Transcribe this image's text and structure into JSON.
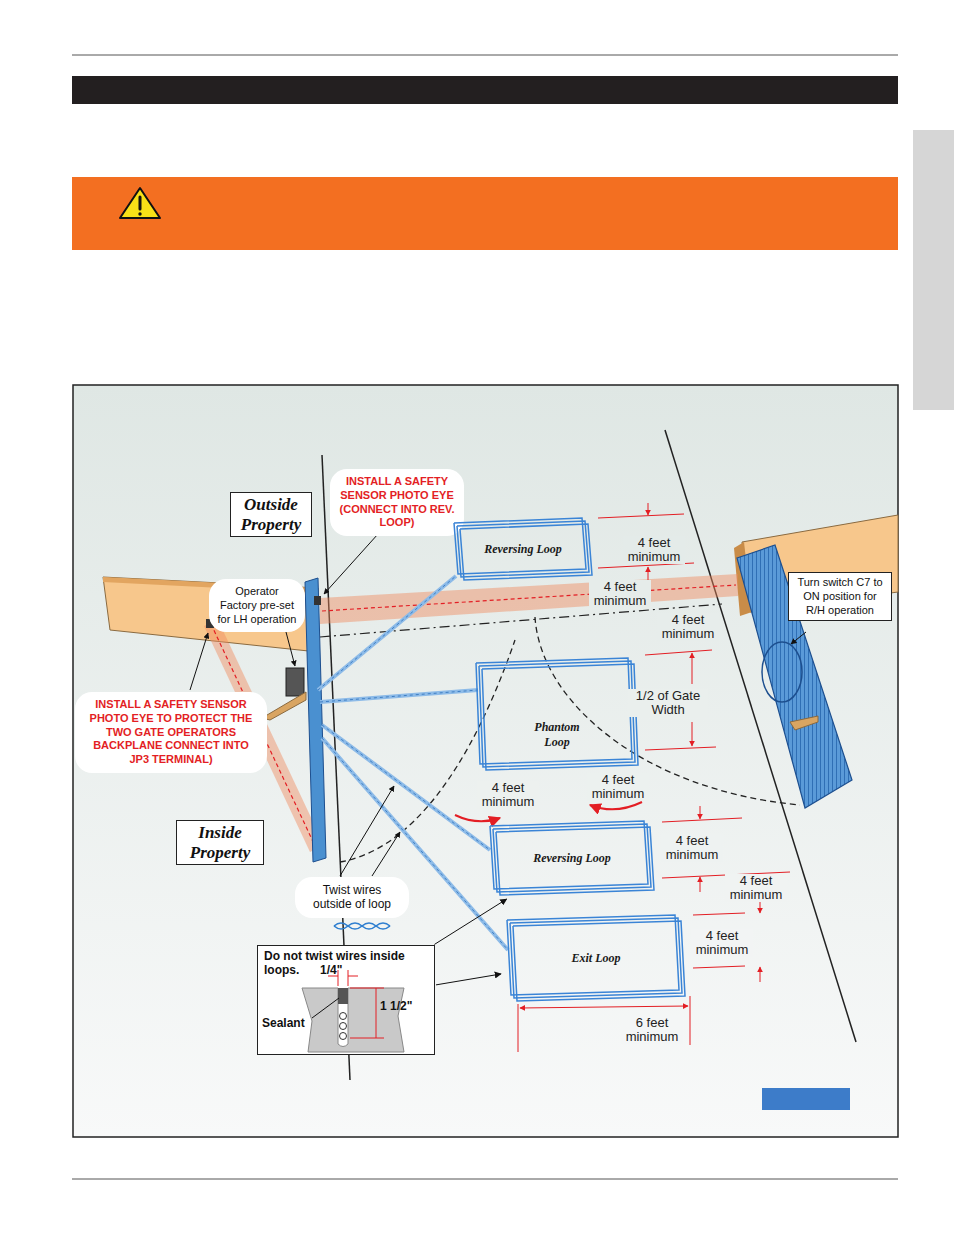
{
  "diagram": {
    "nodes": [
      {
        "text": [
          "INSTALL A SAFETY SENSOR PHOTO EYE (CONNECT INTO REV. LOOP)"
        ]
      },
      {
        "text": [
          "Outside Property"
        ]
      },
      {
        "text": [
          "Reversing Loop"
        ]
      },
      {
        "text": [
          "Turn switch C7 to ON position for R/H operation"
        ]
      },
      {
        "text": [
          "Operator Factory pre-set for LH operation"
        ]
      },
      {
        "text": [
          "Phantom Loop"
        ]
      },
      {
        "text": [
          "INSTALL A SAFETY SENSOR PHOTO EYE TO PROTECT THE TWO GATE OPERATORS BACKPLANE CONNECT INTO JP3 TERMINAL)"
        ]
      },
      {
        "text": [
          "Inside Property"
        ]
      },
      {
        "text": [
          "Reversing Loop"
        ]
      },
      {
        "text": [
          "Twist wires outside of loop"
        ]
      },
      {
        "text": [
          "Exit Loop"
        ]
      },
      {
        "text": [
          "Do not twist wires inside loops.",
          "1/4\"",
          "1 1/2\"",
          "Sealant"
        ]
      }
    ],
    "edges": [
      {
        "from": 11,
        "to": 8,
        "arrow": "to"
      },
      {
        "from": 11,
        "to": 10,
        "arrow": "to"
      }
    ],
    "labels": [
      "4 feet minimum",
      "4 feet minimum",
      "4 feet minimum",
      "1/2 of Gate Width",
      "4 feet minimum",
      "4 feet minimum",
      "4 feet minimum",
      "4 feet minimum",
      "4 feet minimum",
      "6 feet minimum"
    ]
  }
}
